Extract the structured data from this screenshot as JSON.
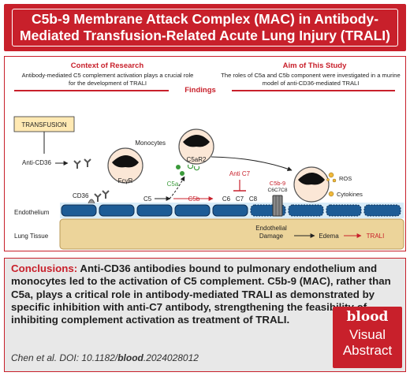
{
  "header": {
    "title": "C5b-9 Membrane Attack Complex (MAC) in Antibody-Mediated Transfusion-Related Acute Lung Injury (TRALI)"
  },
  "context": {
    "title": "Context of Research",
    "text": "Antibody-mediated C5 complement activation plays a crucial role for the development of TRALI"
  },
  "aim": {
    "title": "Aim of This Study",
    "text": "The roles of C5a and C5b component were investigated in a murine model of anti-CD36-mediated TRALI"
  },
  "findings": {
    "title": "Findings"
  },
  "diagram": {
    "transfusion": "TRANSFUSION",
    "anti_cd36": "Anti-CD36",
    "cd36": "CD36",
    "fcgr": "FcγR",
    "monocytes": "Monocytes",
    "c5ar2": "C5aR2",
    "c5a": "C5a",
    "anti_c7": "Anti C7",
    "c5": "C5",
    "c5b": "C5b",
    "c6": "C6",
    "c7": "C7",
    "c8": "C8",
    "c5b9": "C5b-9",
    "c6c7c8": "C6C7C8",
    "ros": "ROS",
    "cytokines": "Cytokines",
    "endothelium": "Endothelium",
    "lung_tissue": "Lung Tissue",
    "endothelial_damage_1": "Endothelial",
    "endothelial_damage_2": "Damage",
    "edema": "Edema",
    "trali": "TRALI"
  },
  "conclusion": {
    "label": "Conclusions:",
    "text": " Anti-CD36 antibodies bound to pulmonary endothelium and monocytes led to the activation of C5 complement. C5b-9 (MAC), rather than C5a, plays a critical role in antibody-mediated TRALI as demonstrated by specific inhibition with anti-C7 antibody, strengthening the feasibility of inhibiting complement activation as treatment of TRALI."
  },
  "citation": {
    "prefix": "Chen et al. DOI: 10.1182/",
    "journal": "blood",
    "suffix": ".2024028012"
  },
  "logo": {
    "brand": "blood",
    "line1": "Visual",
    "line2": "Abstract"
  },
  "colors": {
    "brand_red": "#c8202b",
    "cell_blue": "#1d5c96",
    "tissue_tan": "#ecd49a",
    "monocyte_fill": "#fbe7d6",
    "c5a_green": "#3a9a3a",
    "ros_gold": "#f0b83a"
  }
}
